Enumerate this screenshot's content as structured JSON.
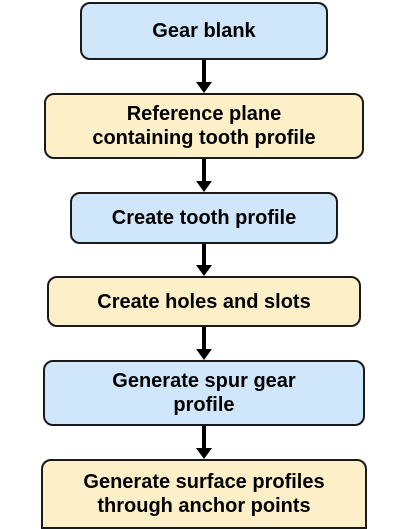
{
  "flowchart": {
    "steps": [
      {
        "label": "Gear blank",
        "color": "#cfe6fb"
      },
      {
        "label": "Reference plane\ncontaining tooth profile",
        "color": "#fdefc8"
      },
      {
        "label": "Create tooth profile",
        "color": "#cfe6fb"
      },
      {
        "label": "Create holes and slots",
        "color": "#fdefc8"
      },
      {
        "label": "Generate spur gear\nprofile",
        "color": "#cfe6fb"
      },
      {
        "label": "Generate surface profiles\nthrough anchor points",
        "color": "#fdefc8"
      }
    ]
  }
}
